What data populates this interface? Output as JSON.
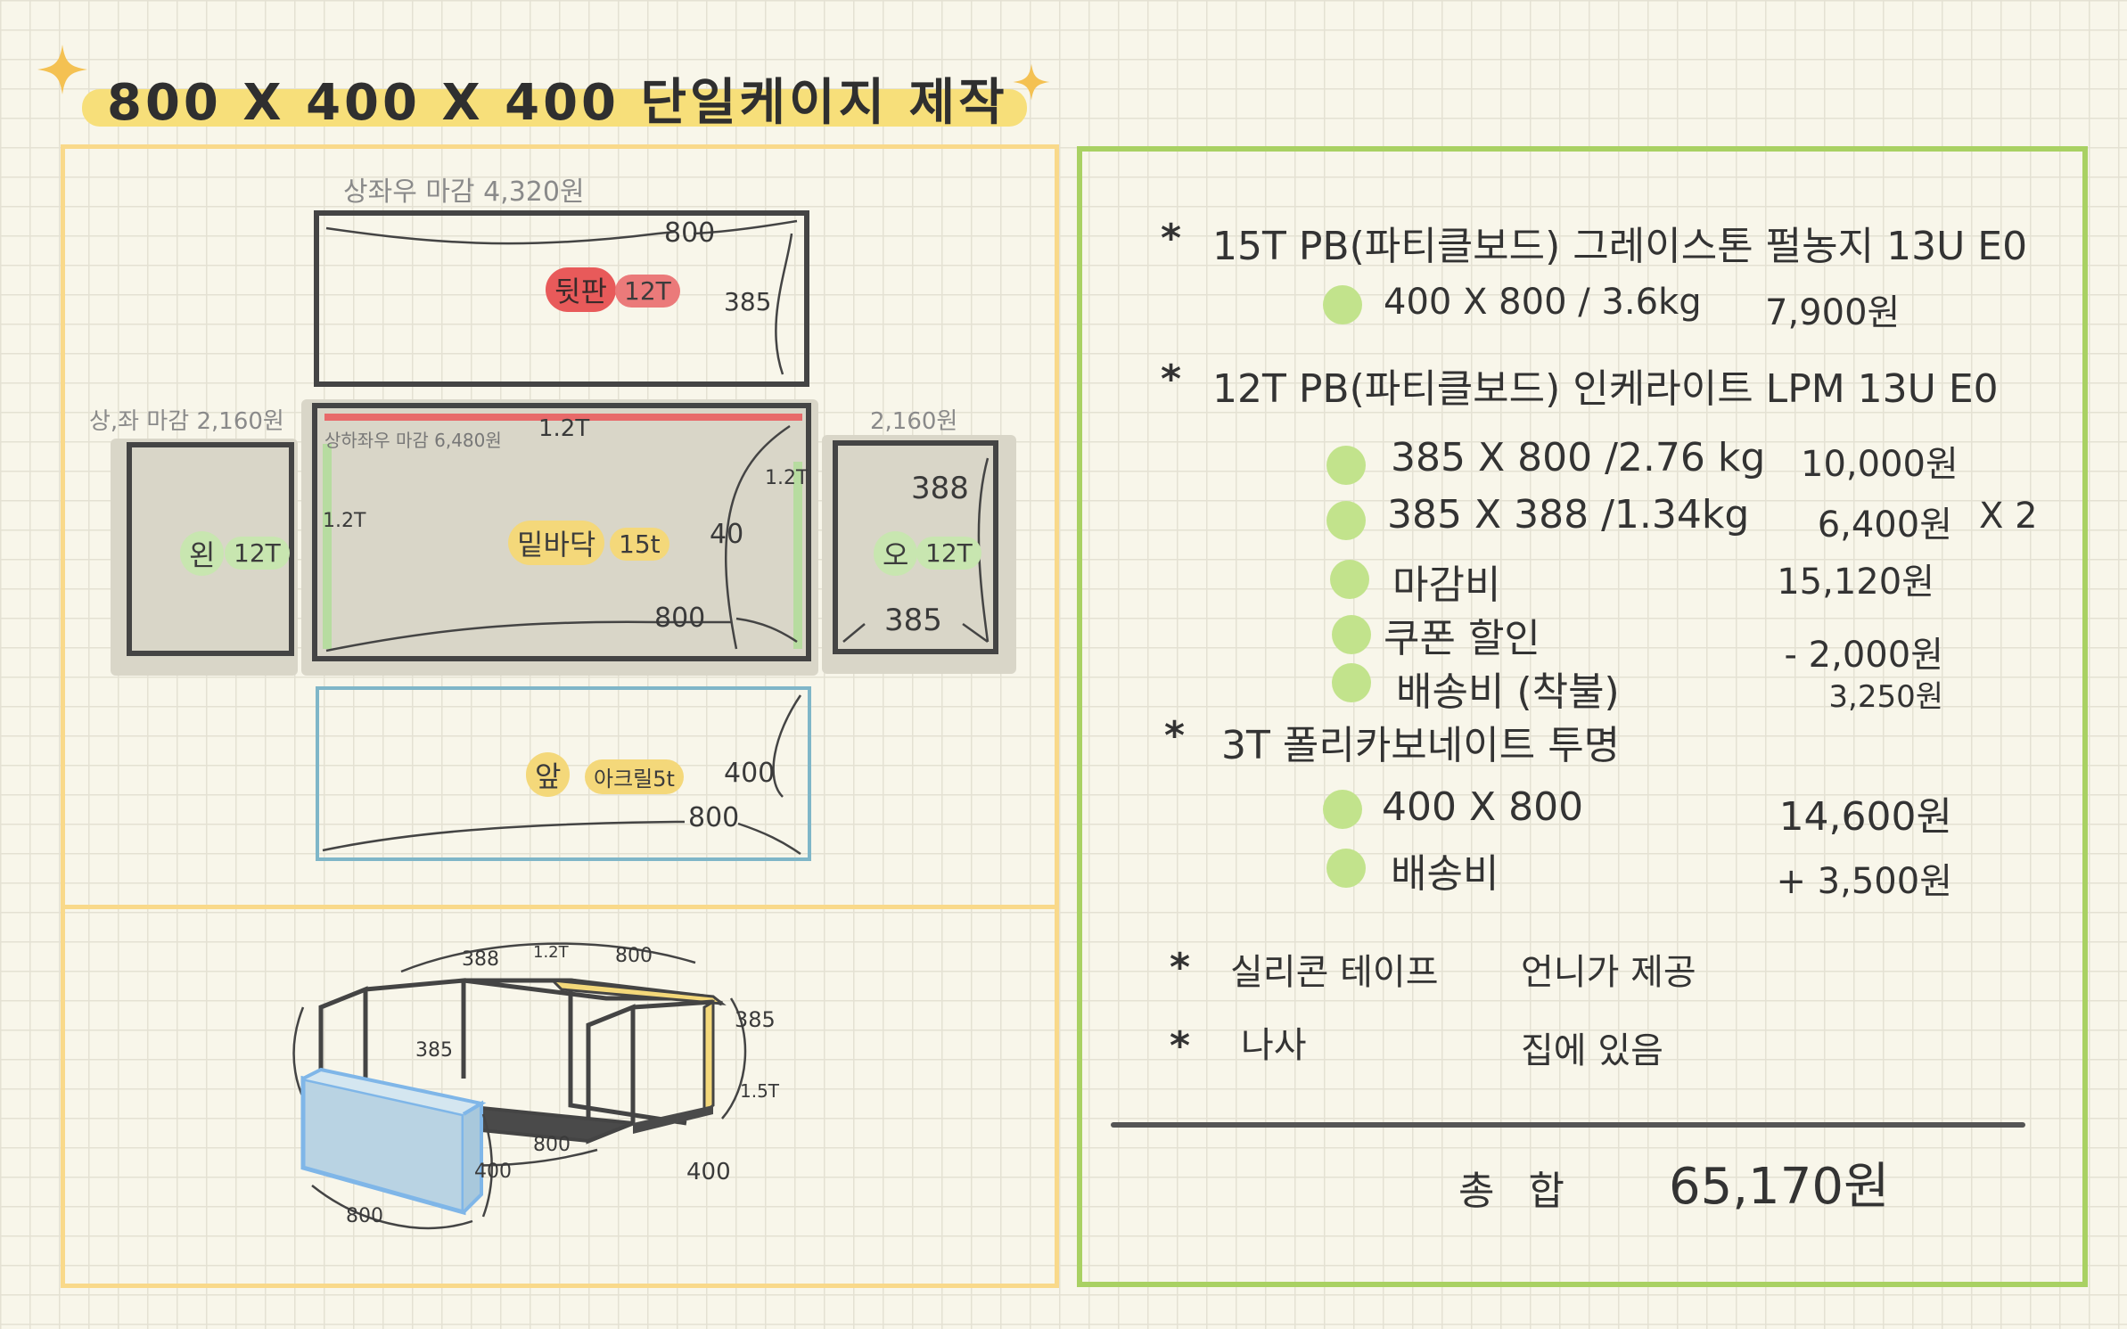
{
  "title": "800 X 400 X 400   단일케이지  제작",
  "layout": {
    "top_label": "상좌우 마감  4,320원",
    "left_label": "상,좌 마감 2,160원",
    "right_label": "2,160원",
    "bottom_inner_label": "상하좌우 마감 6,480원",
    "back_panel": {
      "name": "뒷판",
      "thickness": "12T",
      "w": "800",
      "h": "385"
    },
    "floor_panel": {
      "name": "밑바닥",
      "thickness": "15t",
      "w": "800",
      "h": "40",
      "edge_top": "1.2T",
      "edge_left": "1.2T",
      "edge_right": "1.2T"
    },
    "left_panel": {
      "name": "왼",
      "thickness": "12T"
    },
    "right_panel": {
      "name": "오",
      "thickness": "12T",
      "w": "388",
      "h": "385"
    },
    "front_panel": {
      "name": "앞",
      "material": "아크릴5t",
      "w": "800",
      "h": "400"
    }
  },
  "iso": {
    "labels": [
      "388",
      "1.2T",
      "800",
      "385",
      "385",
      "1.5T",
      "800",
      "400",
      "400",
      "800"
    ]
  },
  "materials": [
    {
      "header": "15T  PB(파티클보드) 그레이스톤 펄농지  13U  E0",
      "items": [
        {
          "desc": "400 X 800  /  3.6kg",
          "price": "7,900원"
        }
      ]
    },
    {
      "header": "12T  PB(파티클보드) 인케라이트 LPM   13U  E0",
      "items": [
        {
          "desc": "385 X 800  /2.76 kg",
          "price": "10,000원"
        },
        {
          "desc": "385 X 388 /1.34kg",
          "price": "6,400원",
          "qty": "X 2"
        },
        {
          "desc": "마감비",
          "price": "15,120원"
        },
        {
          "desc": "쿠폰 할인",
          "price": "- 2,000원"
        },
        {
          "desc": "배송비 (착불)",
          "price": "3,250원"
        }
      ]
    },
    {
      "header": "3T  폴리카보네이트 투명",
      "items": [
        {
          "desc": "400 X 800",
          "price": "14,600원"
        },
        {
          "desc": "배송비",
          "price": "+   3,500원"
        }
      ]
    }
  ],
  "notes": [
    {
      "left": "실리콘 테이프",
      "right": "언니가 제공"
    },
    {
      "left": "나사",
      "right": "집에 있음"
    }
  ],
  "total": {
    "label": "총 합",
    "value": "65,170원"
  },
  "colors": {
    "title_highlight": "#f7df7a",
    "left_border": "#f9d98a",
    "right_border": "#a9d163",
    "bullet": "#c2e38c",
    "front_panel_border": "#7fb6c8",
    "edge_red": "#e86a6a",
    "edge_green": "#b7dca0",
    "acrylic_fill": "#b9d3e3"
  }
}
